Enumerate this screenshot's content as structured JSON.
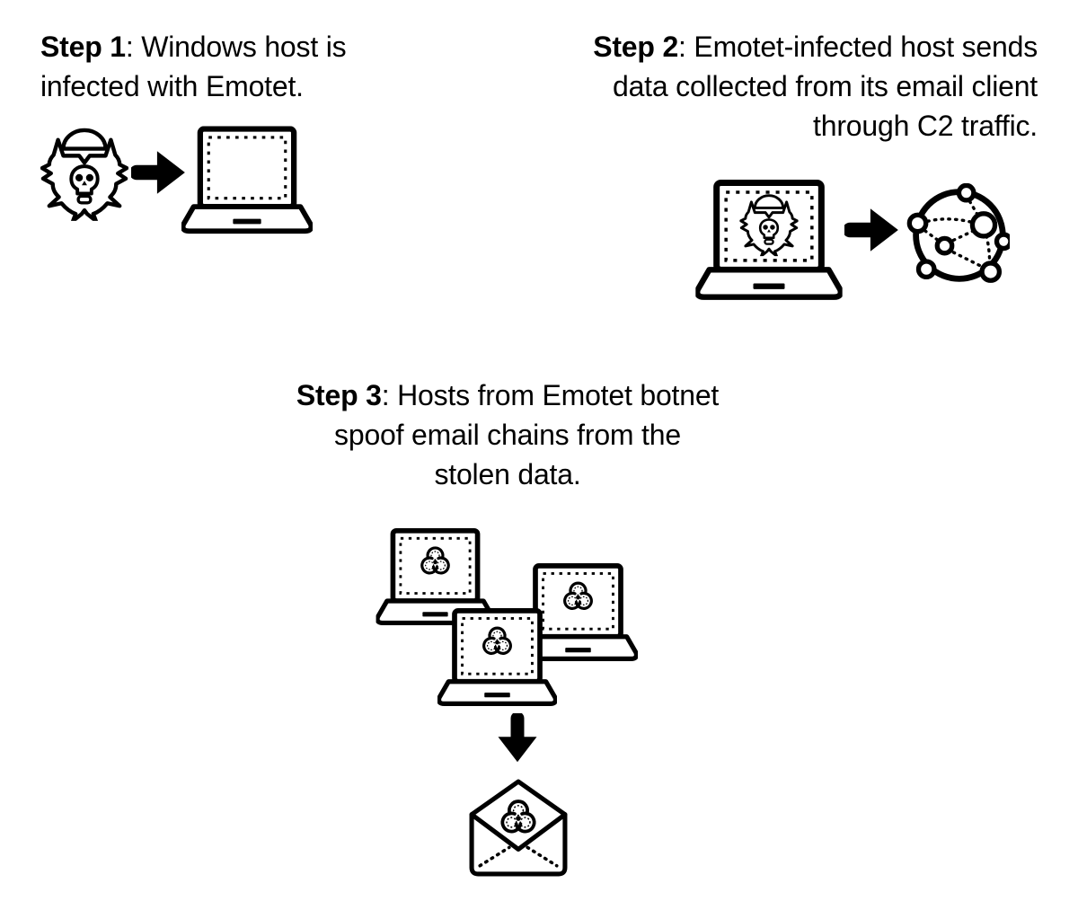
{
  "page": {
    "title": "Emotet infection chain diagram",
    "background": "#ffffff",
    "ink": "#000000"
  },
  "steps": [
    {
      "label": "Step 1",
      "line1": ": Windows host is",
      "line2": "infected with Emotet.",
      "icons": [
        "malware-bug-skull-icon",
        "arrow-right-icon",
        "laptop-icon"
      ]
    },
    {
      "label": "Step 2",
      "line1": ": Emotet-infected host sends",
      "line2": "data collected from its email client",
      "line3": "through C2 traffic.",
      "icons": [
        "emotet-infected-laptop-icon",
        "arrow-right-icon",
        "c2-network-globe-icon"
      ]
    },
    {
      "label": "Step 3",
      "line1": ": Hosts from Emotet botnet",
      "line2": "spoof email chains from the",
      "line3": "stolen data.",
      "icons": [
        "botnet-laptop-icon",
        "botnet-laptop-icon",
        "botnet-laptop-icon",
        "arrow-down-icon",
        "biohazard-email-envelope-icon"
      ]
    }
  ]
}
